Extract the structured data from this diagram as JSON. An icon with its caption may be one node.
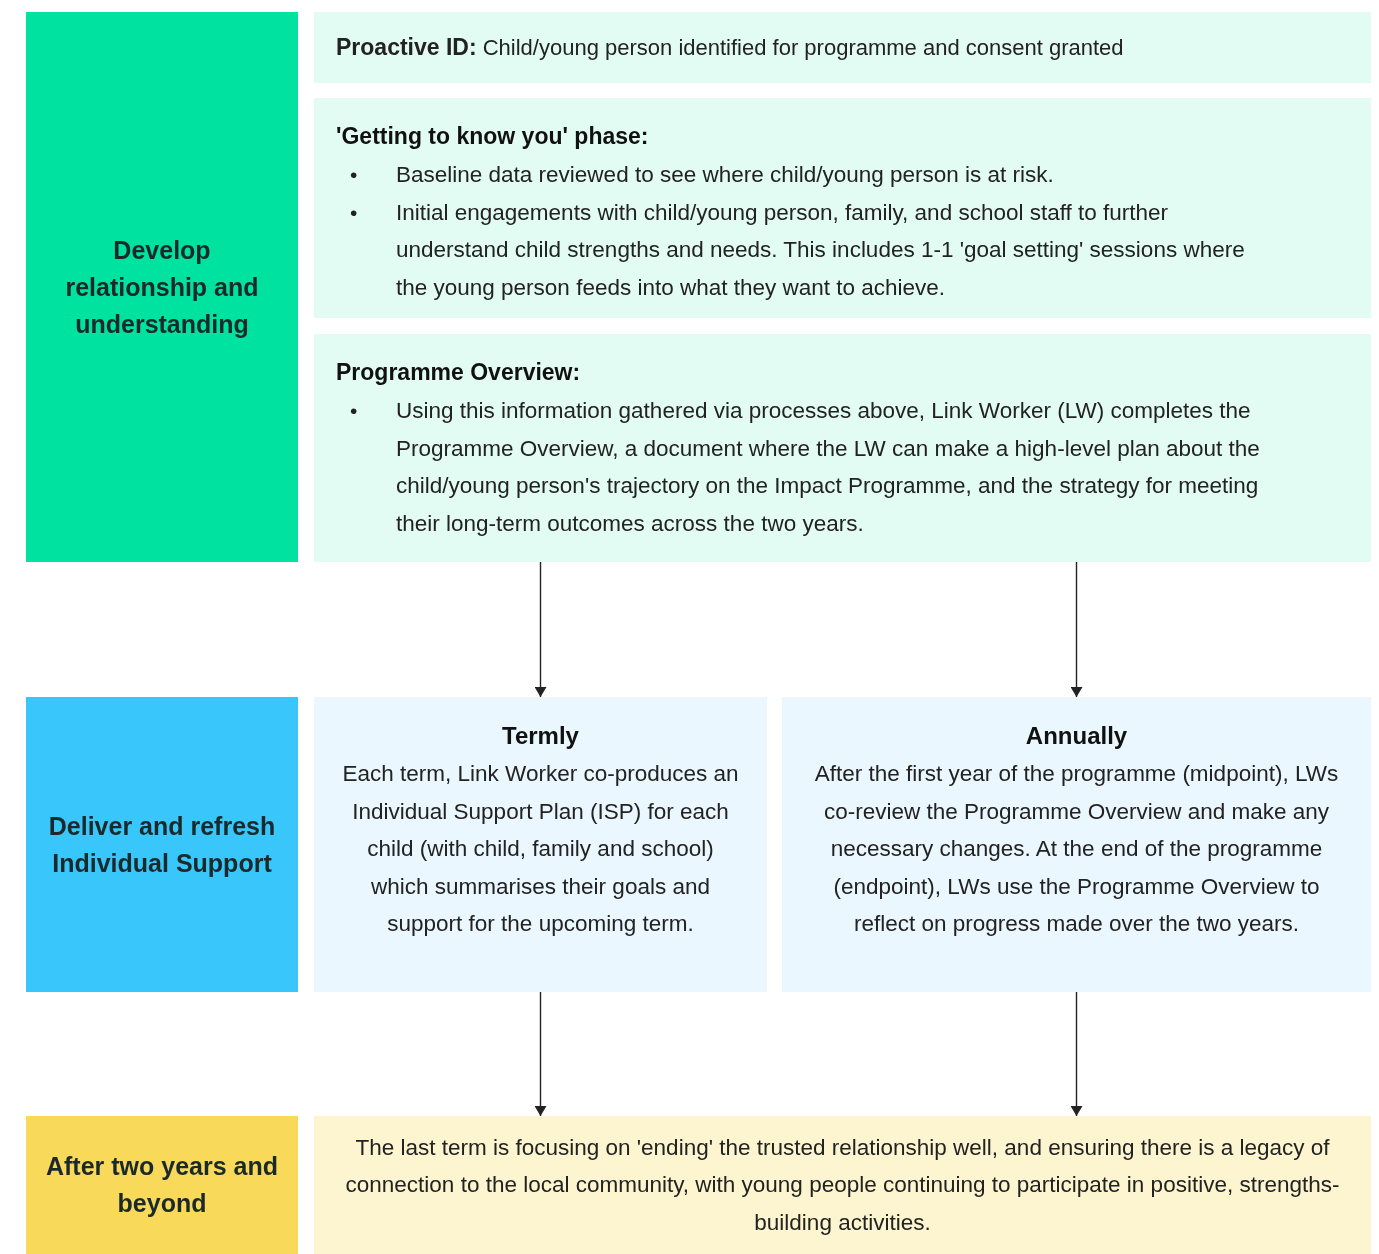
{
  "diagram": {
    "nodes": [
      {
        "text": [
          "Develop relationship and understanding"
        ]
      },
      {
        "text": [
          "**Proactive ID:** Child/young person identified for programme and consent granted"
        ]
      },
      {
        "text": [
          "'Getting to know you' phase:",
          "Baseline data reviewed to see where child/young person is at risk.",
          "Initial engagements with child/young person, family, and school staff to further understand child strengths and needs. This includes 1-1 'goal setting' sessions where the young person feeds into what they want to achieve."
        ]
      },
      {
        "text": [
          "Programme Overview:",
          "Using this information gathered via processes above, Link Worker (LW) completes the Programme Overview, a document where the LW can make a high-level plan about the child/young person's trajectory on the Impact Programme, and the strategy for meeting their long-term outcomes across the two years."
        ]
      },
      {
        "text": [
          "Deliver and refresh Individual Support"
        ]
      },
      {
        "text": [
          "Termly",
          "Each term, Link Worker co-produces an Individual Support Plan (ISP) for each child (with child, family and school) which summarises their goals and support for the upcoming term."
        ]
      },
      {
        "text": [
          "Annually",
          "After the first year of the programme (midpoint), LWs co-review the Programme Overview and make any necessary changes. At the end of the programme (endpoint), LWs use the Programme Overview to reflect on progress made over the two years."
        ]
      },
      {
        "text": [
          "After two years and beyond"
        ]
      },
      {
        "text": [
          "The last term is focusing on 'ending' the trusted relationship well, and ensuring there is a legacy of connection to the local community, with young people continuing to participate in positive, strengths-building activities."
        ]
      }
    ],
    "edges": [
      {
        "from": 3,
        "to": 5,
        "arrow": "to"
      },
      {
        "from": 3,
        "to": 6,
        "arrow": "to"
      },
      {
        "from": 5,
        "to": 8,
        "arrow": "to"
      },
      {
        "from": 6,
        "to": 8,
        "arrow": "to"
      }
    ],
    "labels": [
      "•",
      "•",
      "•"
    ]
  }
}
